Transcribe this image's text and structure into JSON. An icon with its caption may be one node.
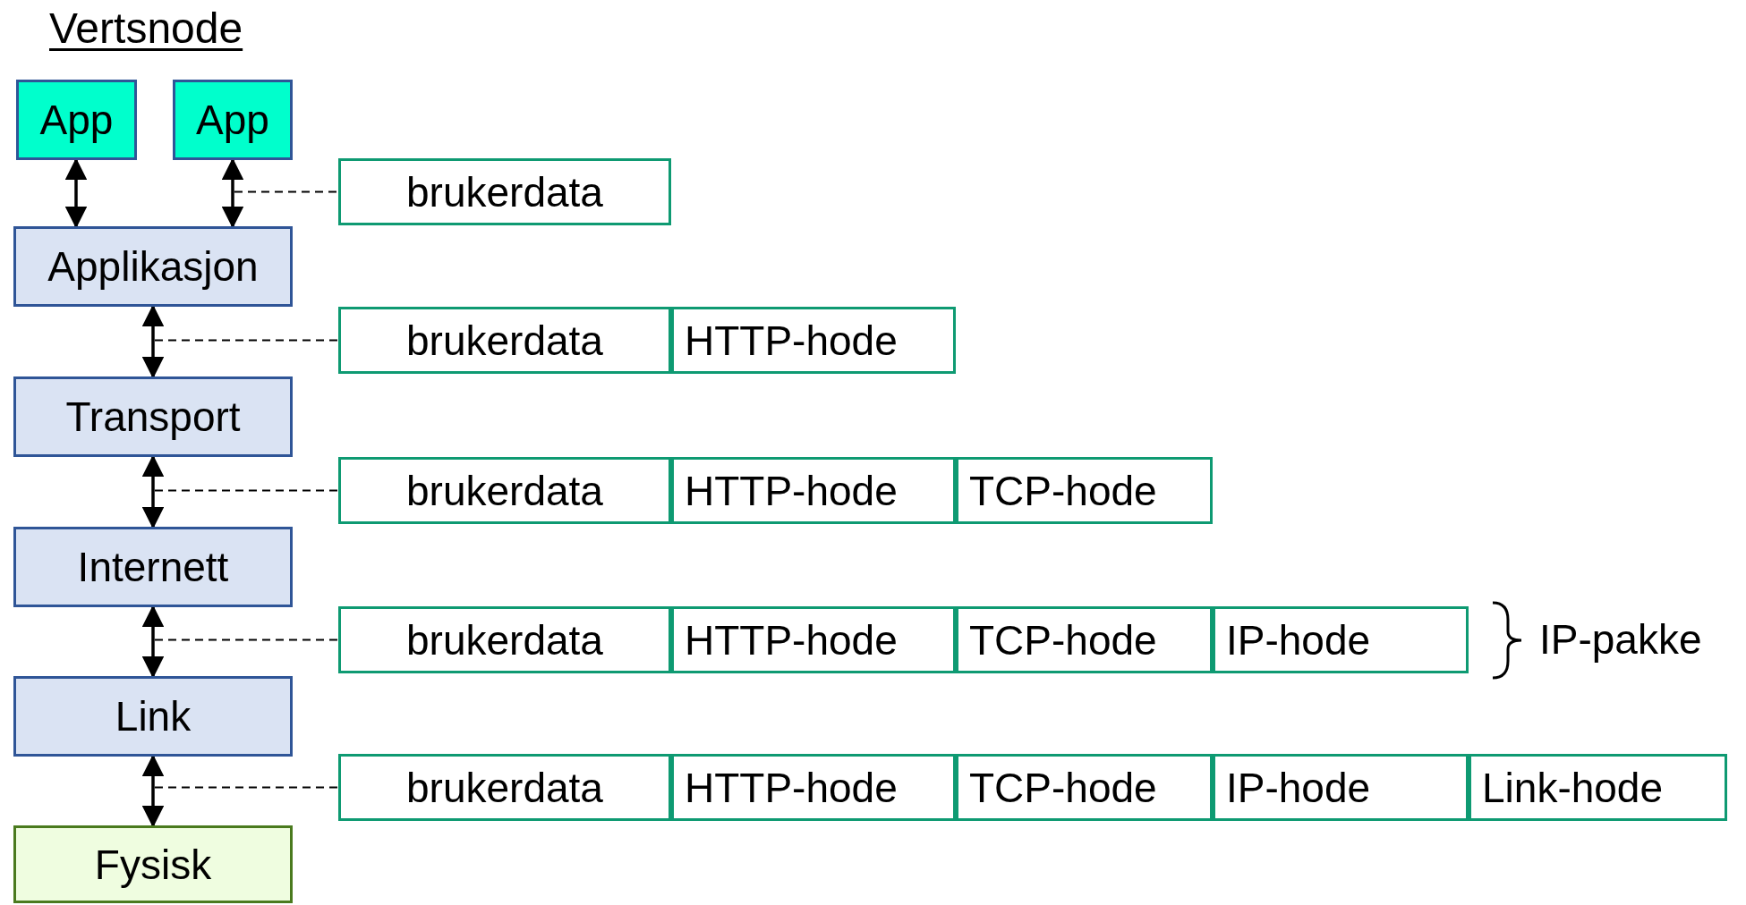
{
  "diagram": {
    "title": "Vertsnode",
    "nodes": [
      {
        "text": [
          "App"
        ]
      },
      {
        "text": [
          "App"
        ]
      },
      {
        "text": [
          "Applikasjon"
        ]
      },
      {
        "text": [
          "Transport"
        ]
      },
      {
        "text": [
          "Internett"
        ]
      },
      {
        "text": [
          "Link"
        ]
      },
      {
        "text": [
          "Fysisk"
        ]
      },
      {
        "text": [
          "brukerdata"
        ]
      },
      {
        "text": [
          "brukerdata"
        ]
      },
      {
        "text": [
          "HTTP-hode"
        ]
      },
      {
        "text": [
          "brukerdata"
        ]
      },
      {
        "text": [
          "HTTP-hode"
        ]
      },
      {
        "text": [
          "TCP-hode"
        ]
      },
      {
        "text": [
          "brukerdata"
        ]
      },
      {
        "text": [
          "HTTP-hode"
        ]
      },
      {
        "text": [
          "TCP-hode"
        ]
      },
      {
        "text": [
          "IP-hode"
        ]
      },
      {
        "text": [
          "brukerdata"
        ]
      },
      {
        "text": [
          "HTTP-hode"
        ]
      },
      {
        "text": [
          "TCP-hode"
        ]
      },
      {
        "text": [
          "IP-hode"
        ]
      },
      {
        "text": [
          "Link-hode"
        ]
      }
    ],
    "edges": [
      {
        "from": 0,
        "to": 2,
        "arrow": "both"
      },
      {
        "from": 1,
        "to": 2,
        "arrow": "both"
      },
      {
        "from": 2,
        "to": 3,
        "arrow": "both"
      },
      {
        "from": 3,
        "to": 4,
        "arrow": "both"
      },
      {
        "from": 4,
        "to": 5,
        "arrow": "both"
      },
      {
        "from": 5,
        "to": 6,
        "arrow": "both"
      },
      {
        "from": null,
        "to": 7,
        "arrow": "none",
        "style": "dashed"
      },
      {
        "from": null,
        "to": 8,
        "arrow": "none",
        "style": "dashed"
      },
      {
        "from": null,
        "to": 10,
        "arrow": "none",
        "style": "dashed"
      },
      {
        "from": null,
        "to": 13,
        "arrow": "none",
        "style": "dashed"
      },
      {
        "from": null,
        "to": 17,
        "arrow": "none",
        "style": "dashed"
      }
    ],
    "labels": [
      "IP-pakke"
    ]
  }
}
